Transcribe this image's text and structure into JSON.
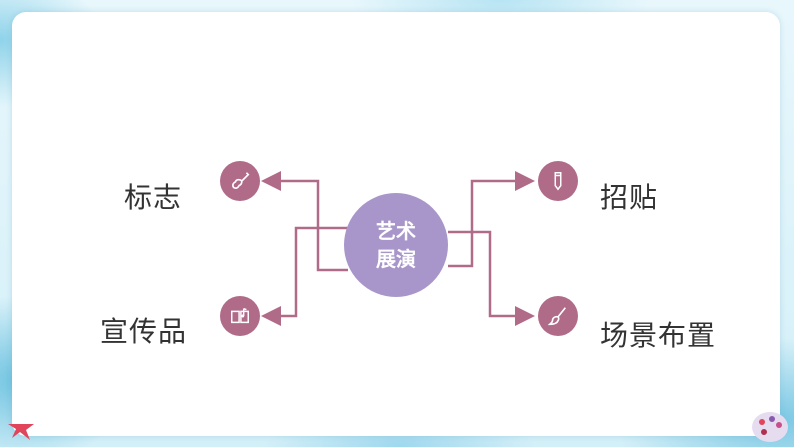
{
  "diagram": {
    "center": {
      "line1": "艺术",
      "line2": "展演"
    },
    "nodes": [
      {
        "label": "标志",
        "icon": "guitar-icon"
      },
      {
        "label": "宣传品",
        "icon": "music-book-icon"
      },
      {
        "label": "招贴",
        "icon": "pencil-icon"
      },
      {
        "label": "场景布置",
        "icon": "brush-icon"
      }
    ]
  },
  "colors": {
    "accent": "#b06b88",
    "center": "#a896cb",
    "connector": "#b06b88"
  }
}
